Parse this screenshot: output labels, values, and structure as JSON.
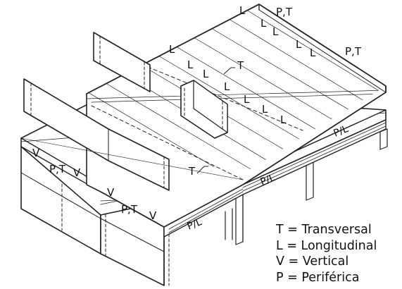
{
  "labels": {
    "pt": "P,T",
    "l": "L",
    "t": "T",
    "v": "V",
    "pl": "P/L"
  },
  "legend": [
    "T = Transversal",
    "L = Longitudinal",
    "V = Vertical",
    "P = Periférica"
  ]
}
